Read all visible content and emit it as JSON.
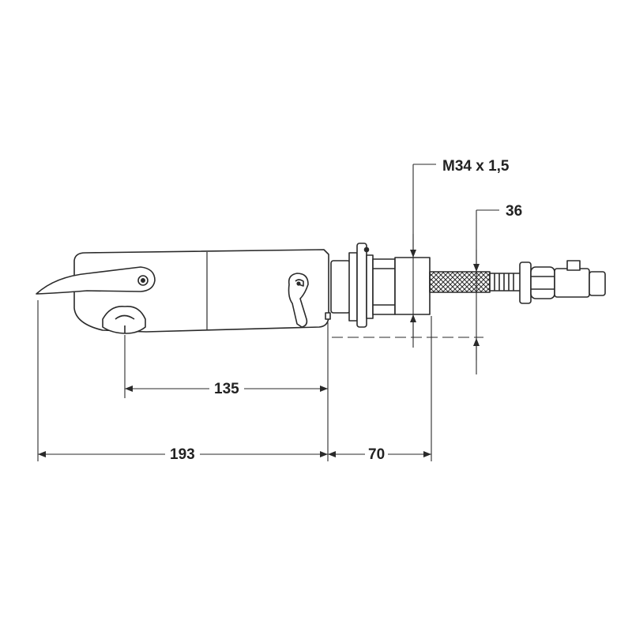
{
  "dimensions": {
    "thread": "M34 x 1,5",
    "hose": "36",
    "spout_to_wall": "135",
    "total_length": "193",
    "projection": "70"
  },
  "colors": {
    "line": "#2a2a2a",
    "fill": "#ffffff"
  }
}
